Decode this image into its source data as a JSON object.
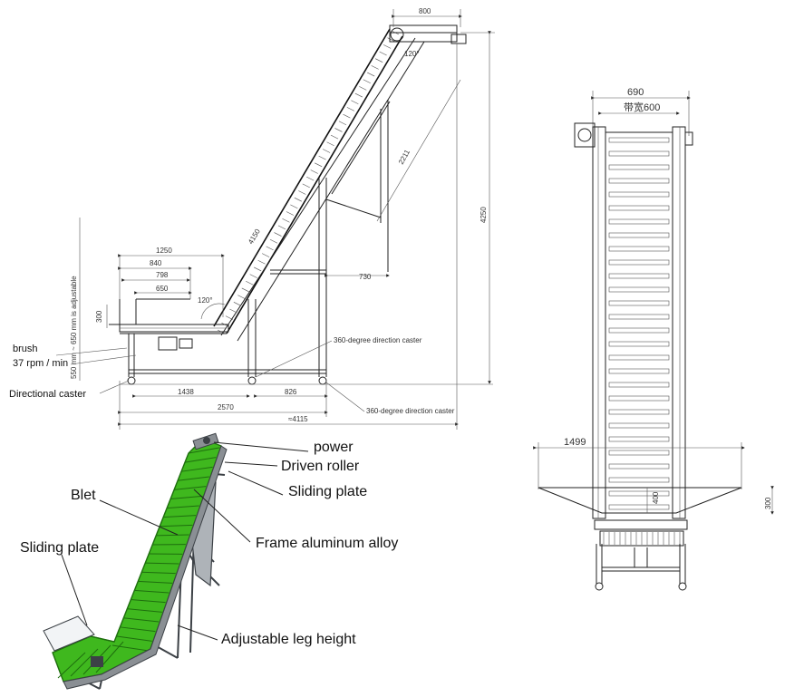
{
  "side_view": {
    "dims": {
      "top_width": "800",
      "angle_top": "120°",
      "conveyor_length": "4150",
      "upper_section": "2211",
      "total_height": "4250",
      "hopper_1250": "1250",
      "hopper_840": "840",
      "hopper_798": "798",
      "hopper_650": "650",
      "angle_bottom": "120°",
      "height_300": "300",
      "offset_730": "730",
      "dim_1438": "1438",
      "dim_826": "826",
      "dim_2570": "2570",
      "dim_4115": "≈4115",
      "adjustable_note": "550 mm ~ 650 mm is adjustable"
    },
    "notes": {
      "caster_360_a": "360-degree direction caster",
      "caster_360_b": "360-degree direction caster",
      "brush": "brush",
      "speed": "37 rpm / min",
      "directional_caster": "Directional caster"
    }
  },
  "front_view": {
    "dims": {
      "width_690": "690",
      "belt_width": "带宽600",
      "hopper_1499": "1499",
      "dim_400": "400",
      "dim_300": "300"
    }
  },
  "iso_view": {
    "callouts": {
      "power": "power",
      "driven_roller": "Driven roller",
      "sliding_plate_top": "Sliding plate",
      "blet": "Blet",
      "frame": "Frame aluminum alloy",
      "sliding_plate_left": "Sliding plate",
      "adjustable_leg": "Adjustable leg height"
    },
    "colors": {
      "belt_green": "#3fb81e",
      "belt_dark": "#1e6e0e",
      "frame_gray": "#8a8f94",
      "frame_dark": "#3c4146"
    }
  }
}
